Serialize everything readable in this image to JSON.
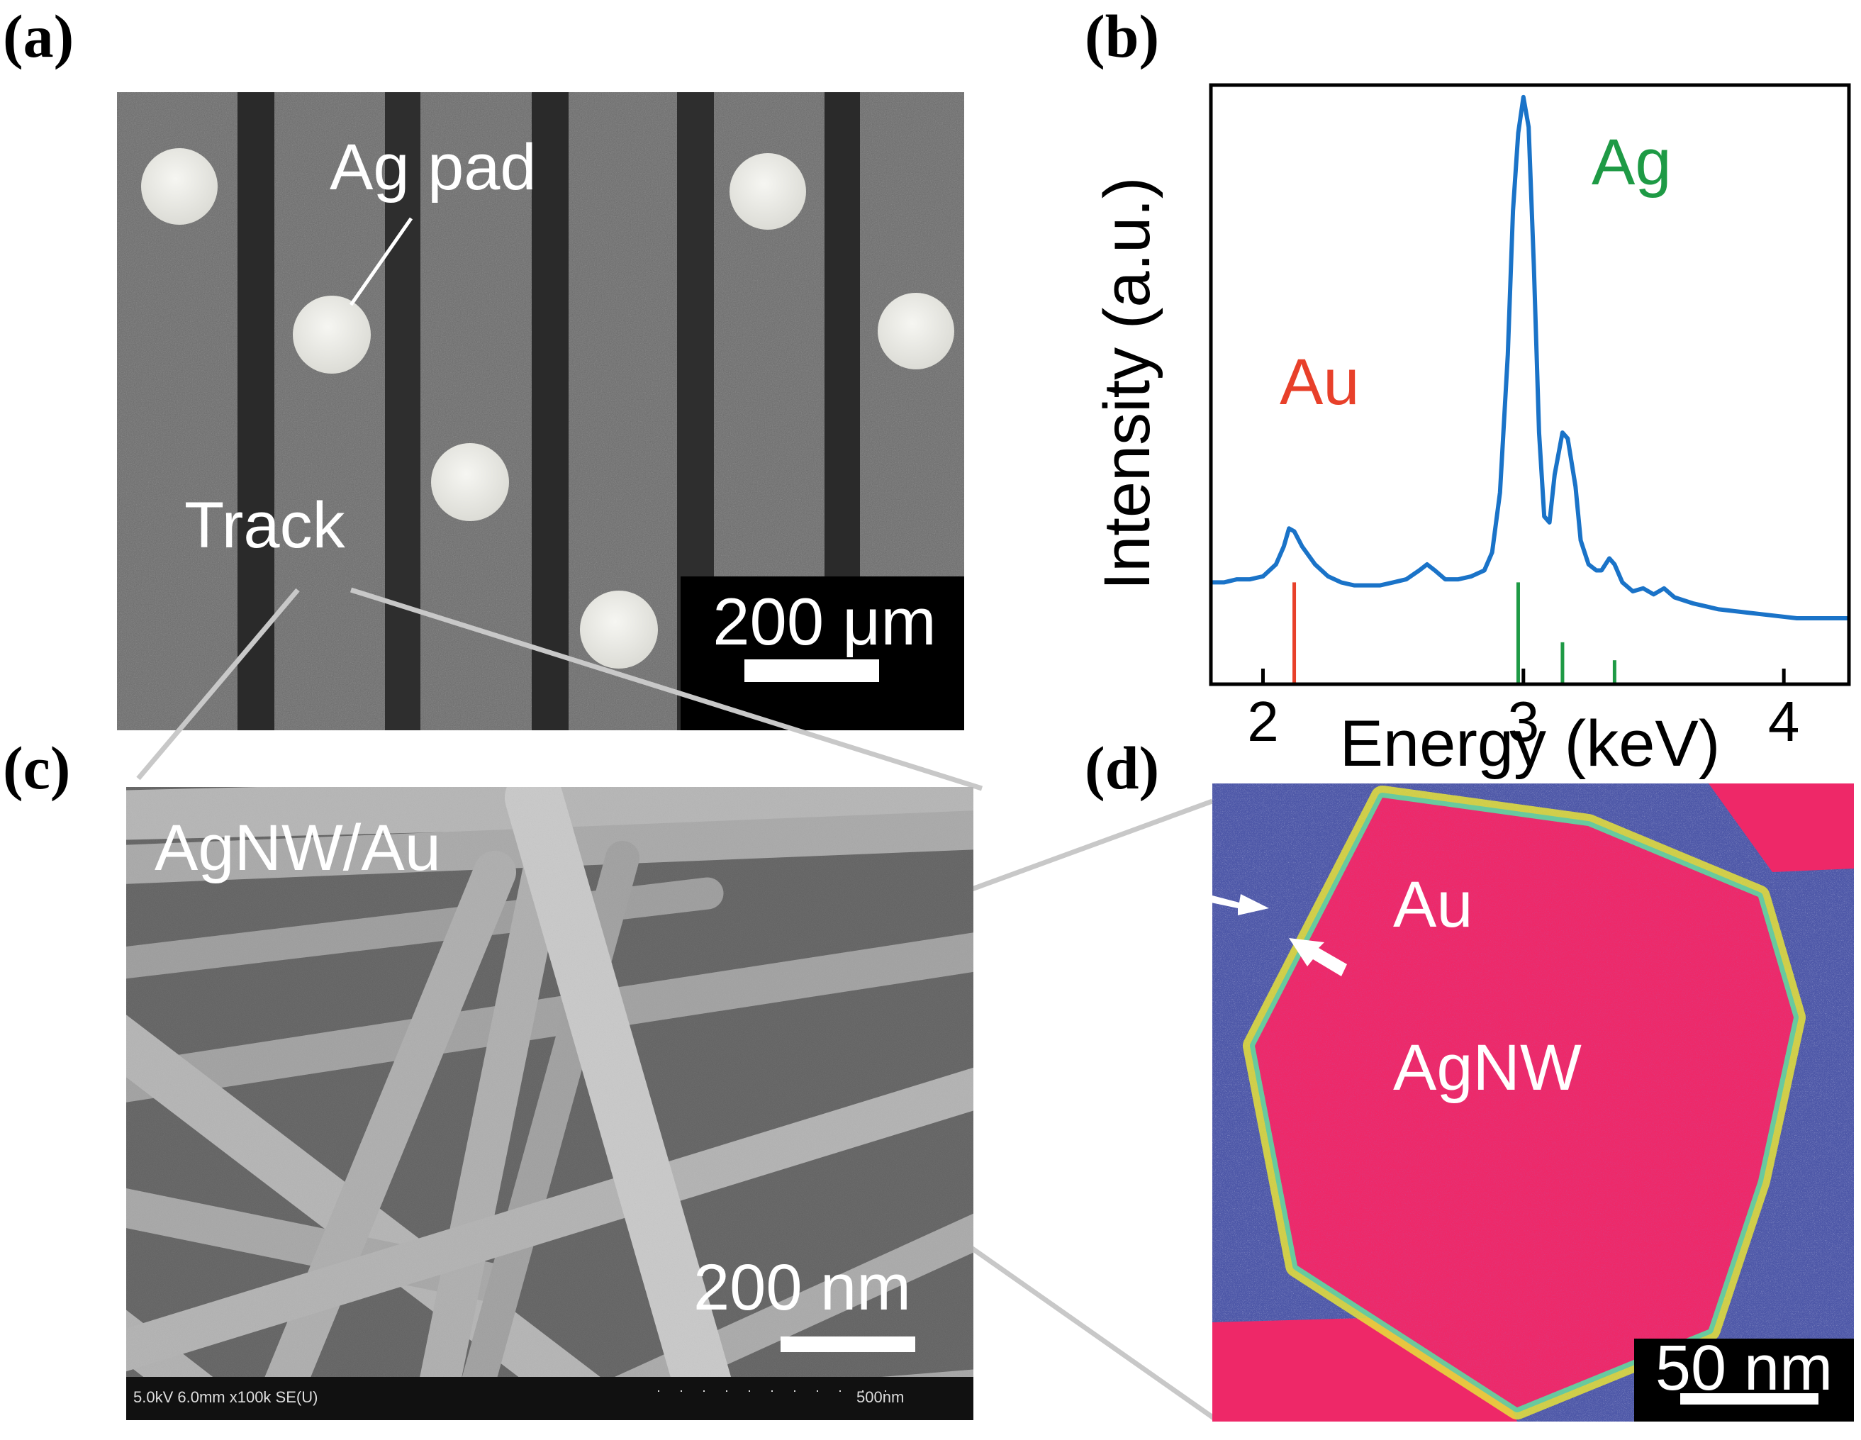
{
  "panel_labels": {
    "a": "(a)",
    "b": "(b)",
    "c": "(c)",
    "d": "(d)"
  },
  "panel_a": {
    "ag_pad_label": "Ag pad",
    "track_label": "Track",
    "scale_bar": "200 μm"
  },
  "panel_c": {
    "sample_label": "AgNW/Au",
    "scale_bar": "200 nm",
    "sem_footer_left": "5.0kV 6.0mm x100k SE(U)",
    "sem_footer_right": "500nm"
  },
  "panel_d": {
    "label_au": "Au",
    "label_agnw": "AgNW",
    "scale_bar": "50 nm"
  },
  "chart_data": {
    "type": "line",
    "title": "",
    "xlabel": "Energy (keV)",
    "ylabel": "Intensity (a.u.)",
    "xlim": [
      1.8,
      4.25
    ],
    "ylim": [
      0,
      1
    ],
    "x_ticks": [
      2,
      3,
      4
    ],
    "y_ticks": [],
    "grid": false,
    "series_color": "#1a73c8",
    "spectrum": {
      "x": [
        1.8,
        1.85,
        1.9,
        1.95,
        2.0,
        2.05,
        2.08,
        2.1,
        2.12,
        2.15,
        2.2,
        2.25,
        2.3,
        2.35,
        2.4,
        2.45,
        2.5,
        2.55,
        2.6,
        2.63,
        2.66,
        2.7,
        2.75,
        2.8,
        2.85,
        2.88,
        2.91,
        2.94,
        2.96,
        2.98,
        3.0,
        3.02,
        3.04,
        3.06,
        3.08,
        3.1,
        3.12,
        3.15,
        3.17,
        3.2,
        3.22,
        3.25,
        3.28,
        3.3,
        3.33,
        3.35,
        3.38,
        3.42,
        3.46,
        3.5,
        3.54,
        3.58,
        3.65,
        3.75,
        3.85,
        3.95,
        4.05,
        4.15,
        4.25
      ],
      "y": [
        0.17,
        0.17,
        0.175,
        0.175,
        0.18,
        0.2,
        0.23,
        0.26,
        0.255,
        0.23,
        0.2,
        0.18,
        0.17,
        0.165,
        0.165,
        0.165,
        0.17,
        0.175,
        0.19,
        0.2,
        0.19,
        0.175,
        0.175,
        0.18,
        0.19,
        0.22,
        0.32,
        0.55,
        0.79,
        0.92,
        0.98,
        0.93,
        0.7,
        0.42,
        0.28,
        0.27,
        0.35,
        0.42,
        0.41,
        0.33,
        0.24,
        0.2,
        0.19,
        0.19,
        0.21,
        0.2,
        0.17,
        0.155,
        0.16,
        0.15,
        0.16,
        0.145,
        0.135,
        0.125,
        0.12,
        0.115,
        0.11,
        0.11,
        0.11
      ]
    },
    "markers": [
      {
        "element": "Au",
        "color": "#e8402a",
        "lines": [
          {
            "x": 2.12,
            "height": 0.17
          }
        ]
      },
      {
        "element": "Ag",
        "color": "#1e9a45",
        "lines": [
          {
            "x": 2.98,
            "height": 0.17
          },
          {
            "x": 3.15,
            "height": 0.07
          },
          {
            "x": 3.35,
            "height": 0.04
          }
        ]
      }
    ],
    "annotations": [
      {
        "text": "Au",
        "color": "#e8402a"
      },
      {
        "text": "Ag",
        "color": "#1e9a45"
      }
    ]
  }
}
